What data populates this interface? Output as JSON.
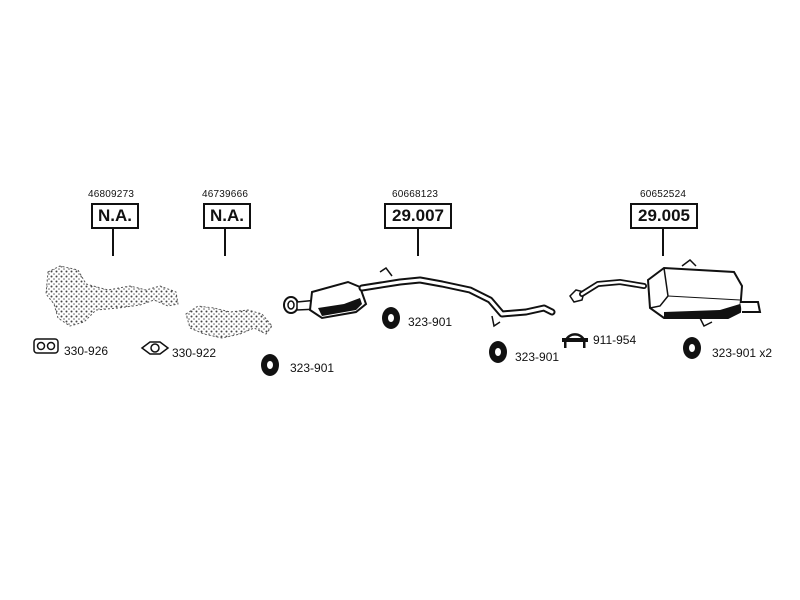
{
  "callouts": [
    {
      "oe": "46809273",
      "part": "N.A."
    },
    {
      "oe": "46739666",
      "part": "N.A."
    },
    {
      "oe": "60668123",
      "part": "29.007"
    },
    {
      "oe": "60652524",
      "part": "29.005"
    }
  ],
  "parts": [
    {
      "label": "330-926",
      "icon": "flange-gasket-icon"
    },
    {
      "label": "330-922",
      "icon": "gasket-icon"
    },
    {
      "label": "323-901",
      "icon": "rubber-mount-icon"
    },
    {
      "label": "323-901",
      "icon": "rubber-mount-icon"
    },
    {
      "label": "323-901",
      "icon": "rubber-mount-icon"
    },
    {
      "label": "911-954",
      "icon": "clamp-icon"
    },
    {
      "label": "323-901 x2",
      "icon": "rubber-mount-icon"
    }
  ]
}
